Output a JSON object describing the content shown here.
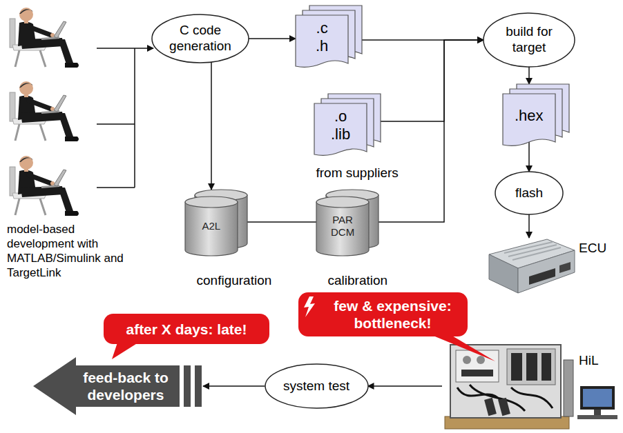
{
  "diagram": {
    "nodes": [
      {
        "text": [
          "C code generation"
        ]
      },
      {
        "text": [
          ".c .h"
        ]
      },
      {
        "text": [
          "build for target"
        ]
      },
      {
        "text": [
          ".o .lib",
          "from suppliers"
        ]
      },
      {
        "text": [
          ".hex"
        ]
      },
      {
        "text": [
          "flash"
        ]
      },
      {
        "text": [
          "A2L",
          "configuration"
        ]
      },
      {
        "text": [
          "PAR DCM",
          "calibration"
        ]
      },
      {
        "text": [
          "ECU"
        ]
      },
      {
        "text": [
          "few & expensive: bottleneck!"
        ]
      },
      {
        "text": [
          "after X days: late!"
        ]
      },
      {
        "text": [
          "HiL"
        ]
      },
      {
        "text": [
          "feed-back to developers"
        ]
      },
      {
        "text": [
          "system test"
        ]
      }
    ],
    "edges": [
      {
        "from": 0,
        "to": 1,
        "arrow": "to"
      },
      {
        "from": 0,
        "to": 6,
        "arrow": "to"
      },
      {
        "from": 1,
        "to": 2,
        "arrow": "to"
      },
      {
        "from": 3,
        "to": 2,
        "arrow": "to"
      },
      {
        "from": 7,
        "to": 2,
        "arrow": "to"
      },
      {
        "from": 6,
        "to": 7,
        "arrow": "none"
      },
      {
        "from": 2,
        "to": 4,
        "arrow": "to"
      },
      {
        "from": 4,
        "to": 5,
        "arrow": "to"
      },
      {
        "from": 5,
        "to": 8,
        "arrow": "to"
      },
      {
        "from": 11,
        "to": 13,
        "arrow": "to"
      },
      {
        "from": 13,
        "to": 12,
        "arrow": "to"
      }
    ],
    "labels": [
      "model-based development with MATLAB/Simulink and TargetLink"
    ]
  }
}
